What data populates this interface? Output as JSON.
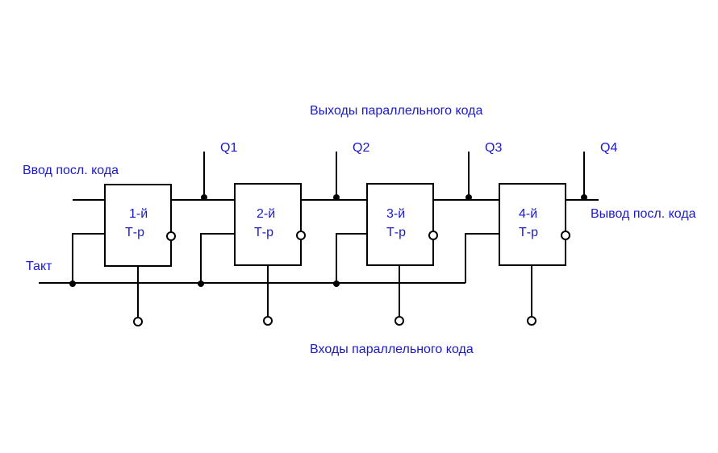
{
  "labels": {
    "outputs_parallel": "Выходы параллельного кода",
    "inputs_parallel": "Входы параллельного кода",
    "serial_in": "Ввод посл. кода",
    "serial_out": "Вывод посл. кода",
    "clock": "Такт"
  },
  "triggers": [
    {
      "num": "1-й",
      "type": "Т-р",
      "output": "Q1"
    },
    {
      "num": "2-й",
      "type": "Т-р",
      "output": "Q2"
    },
    {
      "num": "3-й",
      "type": "Т-р",
      "output": "Q3"
    },
    {
      "num": "4-й",
      "type": "Т-р",
      "output": "Q4"
    }
  ],
  "colors": {
    "text": "#1a1acc",
    "lines": "#000000"
  }
}
